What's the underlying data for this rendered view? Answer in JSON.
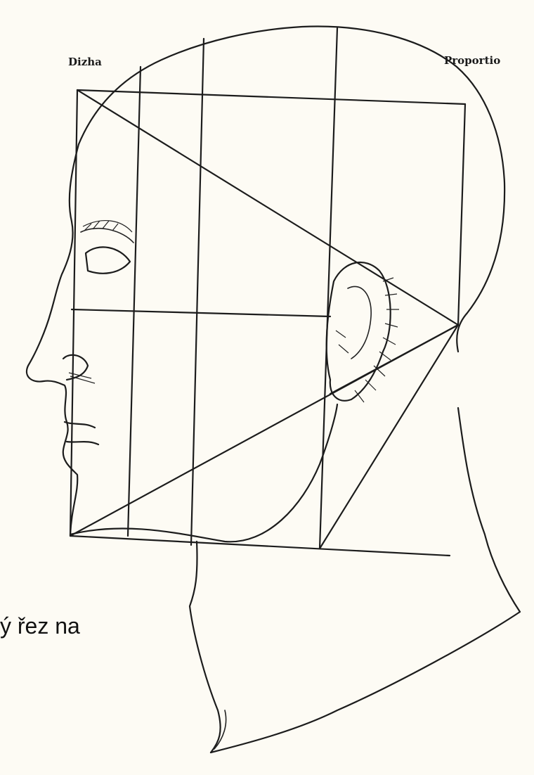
{
  "labels": {
    "left": "Dizha",
    "right": "Proportio"
  },
  "caption": "ý řez na",
  "colors": {
    "ink": "#1c1c1c",
    "paper": "#fdfbf4"
  }
}
